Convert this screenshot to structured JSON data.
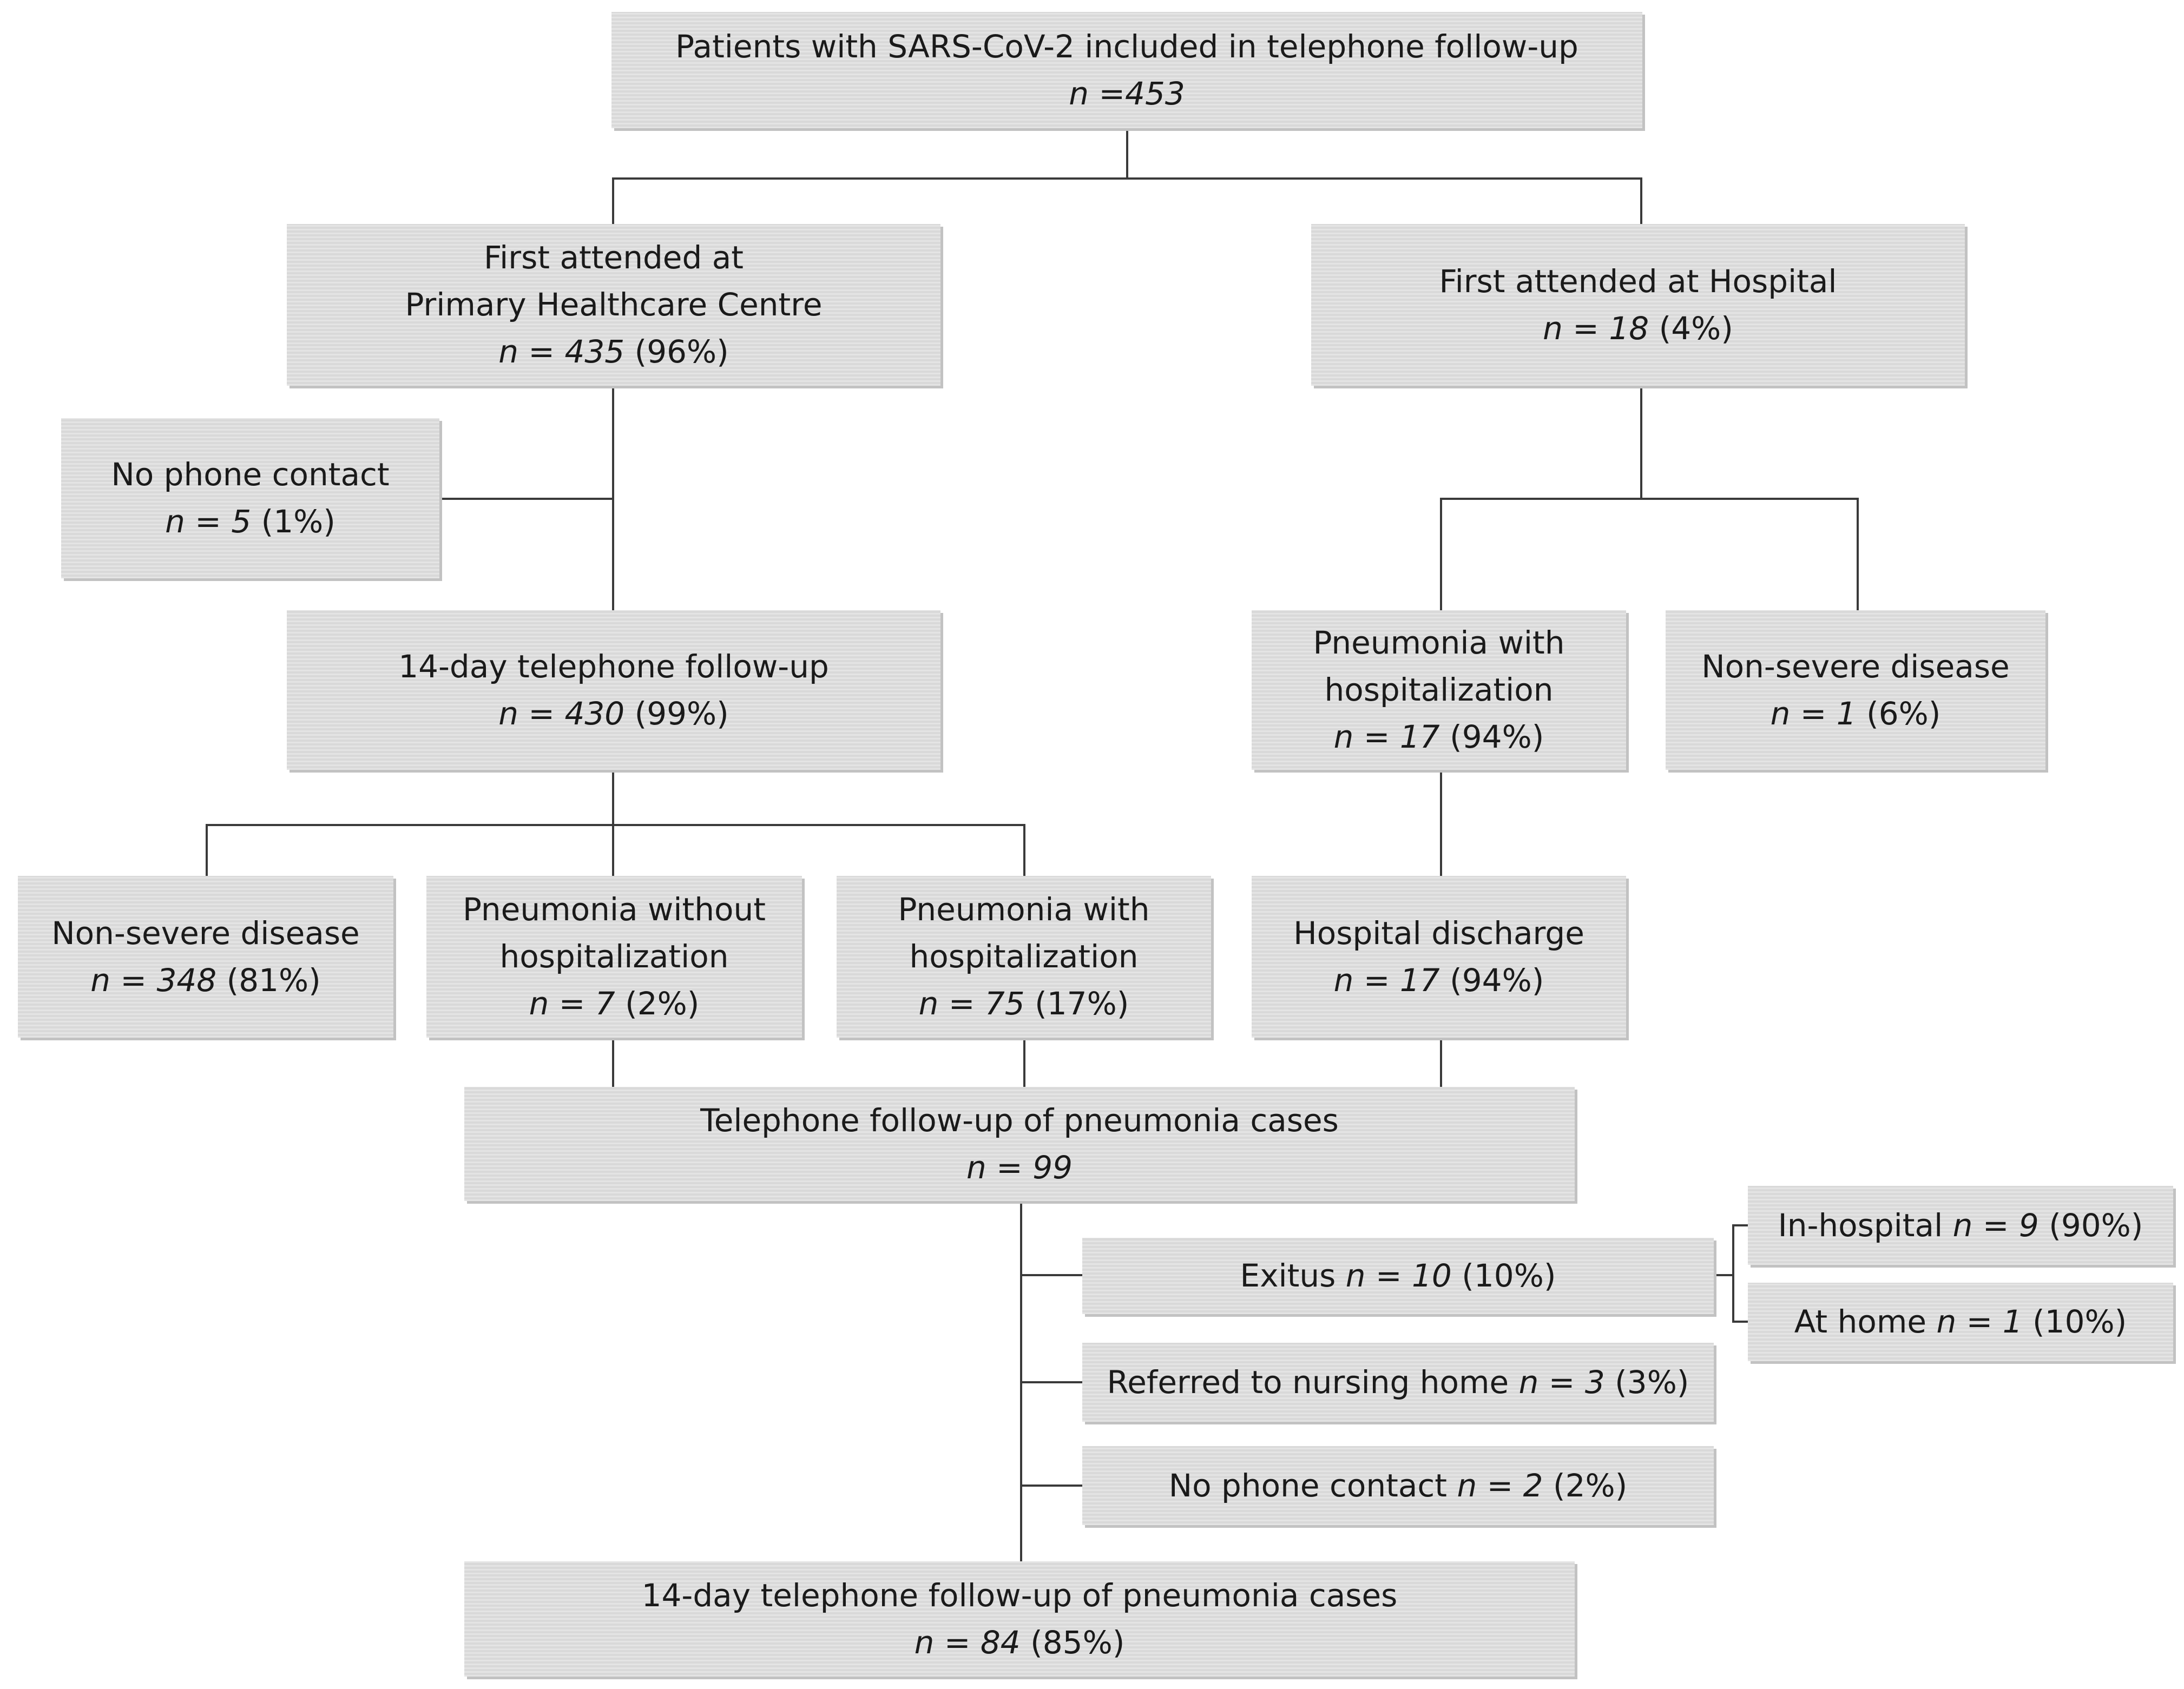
{
  "nodes": {
    "root": {
      "line1": "Patients with SARS-CoV-2 included in telephone follow-up",
      "n": "n =453"
    },
    "phc": {
      "line1": "First attended at",
      "line2": "Primary Healthcare Centre",
      "n": "n = 435",
      "pct": " (96%)"
    },
    "hosp": {
      "line1": "First attended at Hospital",
      "n": "n = 18",
      "pct": " (4%)"
    },
    "no_contact_1": {
      "line1": "No phone contact",
      "n": "n = 5",
      "pct": " (1%)"
    },
    "followup14": {
      "line1": "14-day telephone follow-up",
      "n": "n = 430",
      "pct": " (99%)"
    },
    "hosp_pneumonia": {
      "line1": "Pneumonia with",
      "line2": "hospitalization",
      "n": "n = 17",
      "pct": " (94%)"
    },
    "hosp_nonsevere": {
      "line1": "Non-severe disease",
      "n": "n = 1",
      "pct": " (6%)"
    },
    "nonsevere": {
      "line1": "Non-severe disease",
      "n": "n = 348",
      "pct": " (81%)"
    },
    "pn_without": {
      "line1": "Pneumonia without",
      "line2": "hospitalization",
      "n": "n = 7",
      "pct": " (2%)"
    },
    "pn_with": {
      "line1": "Pneumonia with",
      "line2": "hospitalization",
      "n": "n = 75",
      "pct": " (17%)"
    },
    "discharge": {
      "line1": "Hospital discharge",
      "n": "n = 17",
      "pct": " (94%)"
    },
    "pn_followup": {
      "line1": "Telephone follow-up of pneumonia cases",
      "n": "n = 99"
    },
    "exitus": {
      "label": "Exitus ",
      "n": "n = 10",
      "pct": " (10%)"
    },
    "in_hospital": {
      "label": "In-hospital ",
      "n": "n = 9",
      "pct": " (90%)"
    },
    "at_home": {
      "label": "At home ",
      "n": "n = 1",
      "pct": " (10%)"
    },
    "nursing": {
      "label": "Referred to nursing home ",
      "n": "n = 3",
      "pct": " (3%)"
    },
    "no_contact_2": {
      "label": "No phone contact ",
      "n": "n = 2",
      "pct": " (2%)"
    },
    "final": {
      "line1": "14-day telephone follow-up of pneumonia cases",
      "n": "n = 84",
      "pct": " (85%)"
    }
  }
}
